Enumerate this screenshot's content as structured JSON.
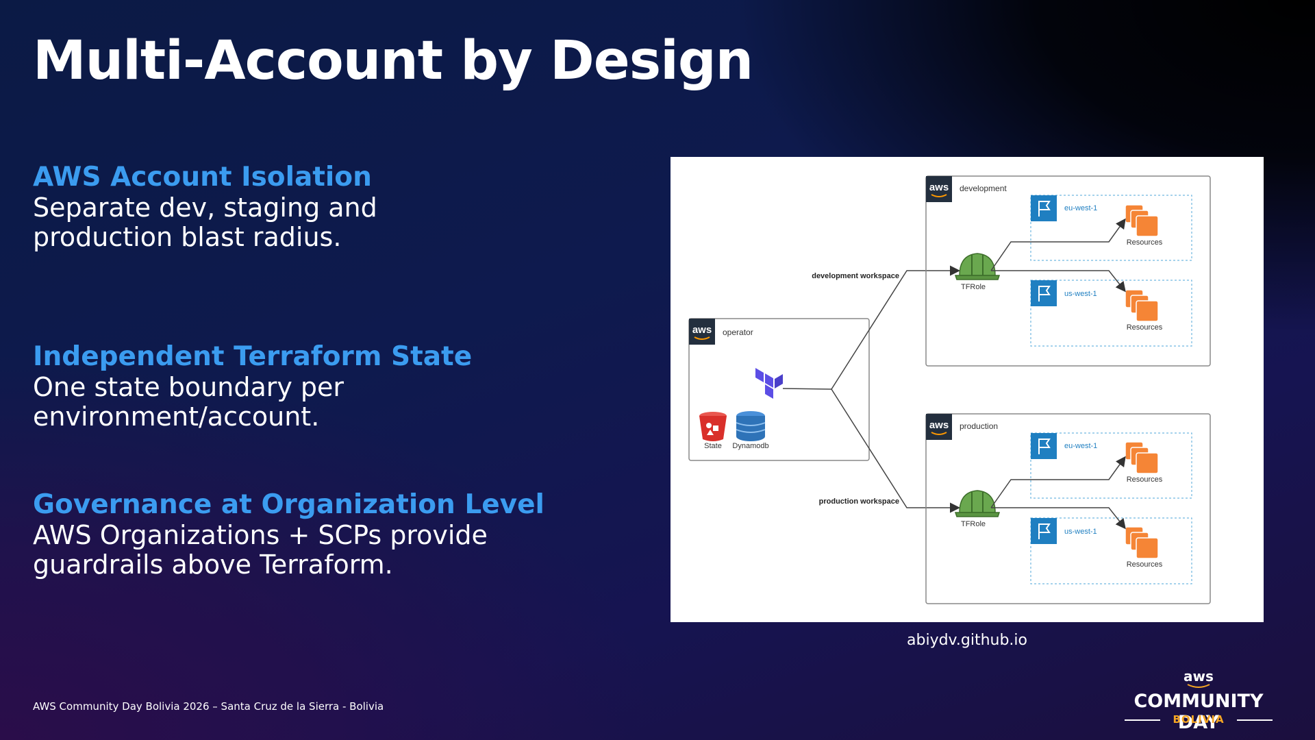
{
  "slide": {
    "title": "Multi-Account by Design",
    "points": [
      {
        "heading": "AWS Account Isolation",
        "body": "Separate dev, staging and production blast radius."
      },
      {
        "heading": "Independent Terraform State",
        "body": "One state boundary per environment/account."
      },
      {
        "heading": "Governance at Organization Level",
        "body": "AWS Organizations + SCPs provide guardrails above Terraform."
      }
    ],
    "caption": "abiydv.github.io",
    "footer": "AWS Community Day Bolivia 2026 – Santa Cruz de la Sierra - Bolivia"
  },
  "logo": {
    "aws": "aws",
    "main": "COMMUNITY DAY",
    "sub": "BOLIVIA",
    "accent_color": "#f5a623"
  },
  "diagram": {
    "aws_badge": "aws",
    "operator": {
      "label": "operator",
      "state_label": "State",
      "dynamo_label": "Dynamodb"
    },
    "workspaces": {
      "development": "development workspace",
      "production": "production workspace"
    },
    "accounts": {
      "development": {
        "label": "development",
        "role": "TFRole",
        "regions": [
          {
            "name": "eu-west-1",
            "resources": "Resources"
          },
          {
            "name": "us-west-1",
            "resources": "Resources"
          }
        ]
      },
      "production": {
        "label": "production",
        "role": "TFRole",
        "regions": [
          {
            "name": "eu-west-1",
            "resources": "Resources"
          },
          {
            "name": "us-west-1",
            "resources": "Resources"
          }
        ]
      }
    },
    "colors": {
      "heading": "#3b9cf0",
      "region_flag": "#1f7fc1",
      "resources": "#f58536",
      "helmet": "#6aa84f",
      "terraform": "#5c4ee5",
      "state_bucket": "#d9302b",
      "dynamodb": "#2e73b8"
    }
  }
}
